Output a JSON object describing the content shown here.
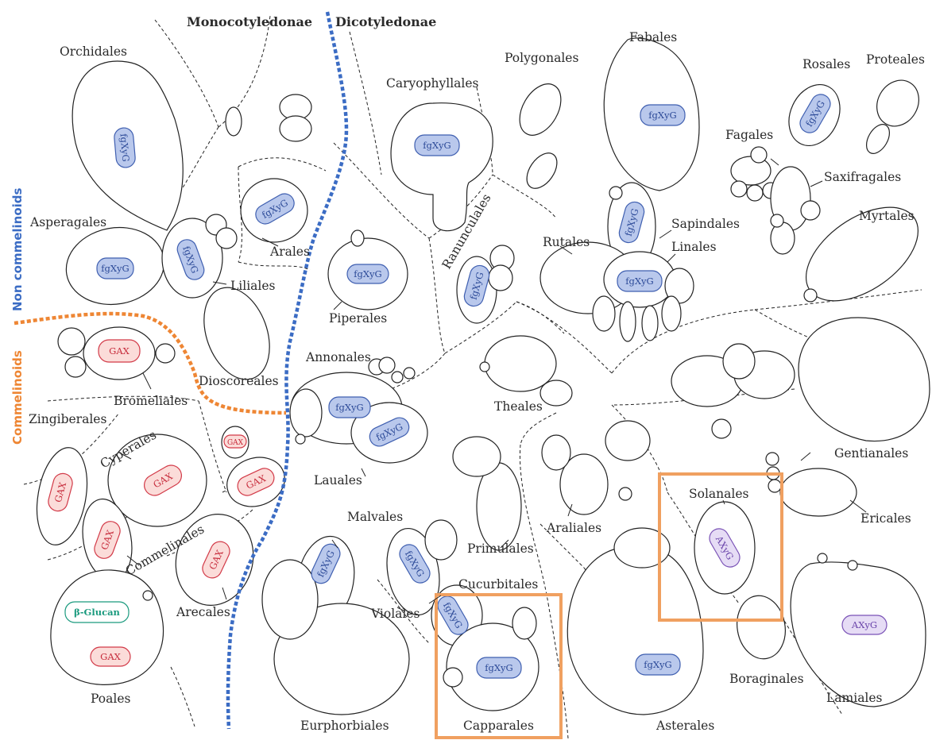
{
  "colors": {
    "fgxyg_fill": "#b9c8ec",
    "fgxyg_stroke": "#3f5fb0",
    "fgxyg_text": "#2c4a98",
    "gax_fill": "#fbdcd9",
    "gax_stroke": "#d23a48",
    "gax_text": "#c62a3a",
    "glucan_fill": "#ffffff",
    "glucan_stroke": "#1a9a7e",
    "glucan_text": "#1a9a7e",
    "axyg_fill": "#e6dcf5",
    "axyg_stroke": "#7a52b6",
    "axyg_text": "#6a44aa",
    "monocot_line": "#3b6cc4",
    "commelinoid_line": "#ee8634",
    "highlight_box": "#f0a060"
  },
  "headers": {
    "monocots": "Monocotyledonae",
    "dicots": "Dicotyledonae"
  },
  "side_labels": {
    "non_commelinoids": "Non commelinoids",
    "commelinoids": "Commelinoids"
  },
  "orders": {
    "orchidales": "Orchidales",
    "asperagales": "Asperagales",
    "liliales": "Liliales",
    "arales": "Arales",
    "dioscoreales": "Dioscoreales",
    "bromeliales": "Bromeliales",
    "zingiberales": "Zingiberales",
    "cyperales": "Cyperales",
    "commelinales": "Commelinales",
    "poales": "Poales",
    "arecales": "Arecales",
    "piperales": "Piperales",
    "annonales": "Annonales",
    "lauales": "Lauales",
    "caryophyllales": "Caryophyllales",
    "polygonales": "Polygonales",
    "ranunculales": "Ranunculales",
    "theales": "Theales",
    "fabales": "Fabales",
    "rosales": "Rosales",
    "proteales": "Proteales",
    "fagales": "Fagales",
    "saxifragales": "Saxifragales",
    "sapindales": "Sapindales",
    "rutales": "Rutales",
    "linales": "Linales",
    "myrtales": "Myrtales",
    "gentianales": "Gentianales",
    "ericales": "Ericales",
    "solanales": "Solanales",
    "malvales": "Malvales",
    "primulales": "Primulales",
    "araliales": "Araliales",
    "cucurbitales": "Cucurbitales",
    "violales": "Violales",
    "eurphorbiales": "Eurphorbiales",
    "capparales": "Capparales",
    "asterales": "Asterales",
    "boraginales": "Boraginales",
    "lamiales": "Lamiales"
  },
  "tags": {
    "fgxyg": "fgXyG",
    "gax": "GAX",
    "glucan": "β-Glucan",
    "axyg": "AXyG"
  }
}
